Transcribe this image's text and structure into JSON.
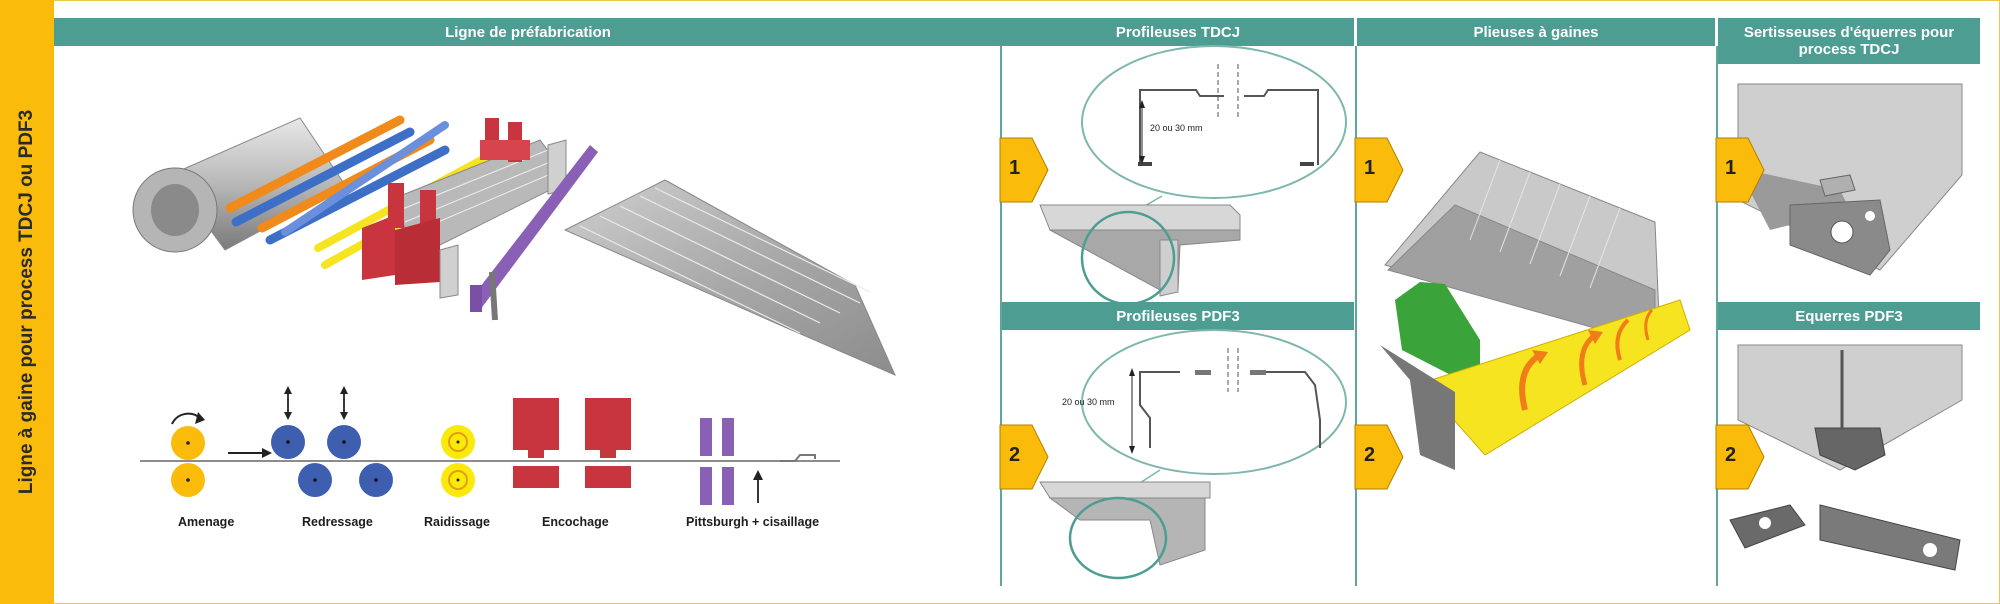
{
  "side_title": "Ligne à gaine pour process TDCJ ou PDF3",
  "sections": [
    {
      "id": "prefab",
      "title": "Ligne de préfabrication"
    },
    {
      "id": "tdcj",
      "title": "Profileuses TDCJ"
    },
    {
      "id": "pdf3",
      "title": "Profileuses PDF3"
    },
    {
      "id": "plieuses",
      "title": "Plieuses à gaines"
    },
    {
      "id": "sertisseuses",
      "title": "Sertisseuses d'équerres pour process TDCJ"
    },
    {
      "id": "equerres",
      "title": "Equerres PDF3"
    }
  ],
  "process_steps": [
    "Amenage",
    "Redressage",
    "Raidissage",
    "Encochage",
    "Pittsburgh + cisaillage"
  ],
  "dimension_label": "20 ou 30 mm",
  "badges": [
    "1",
    "2"
  ],
  "colors": {
    "teal": "#4e9d93",
    "yellow": "#fbbb0b",
    "blue": "#3e5fb0",
    "red": "#c9353f",
    "purple": "#8a60b6",
    "green": "#3aa43a"
  }
}
